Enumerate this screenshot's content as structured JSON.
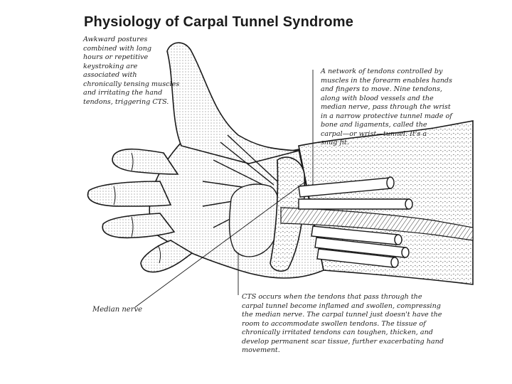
{
  "title": "Physiology of Carpal Tunnel Syndrome",
  "notes": {
    "posture": "Awkward postures\ncombined with long\nhours or repetitive\nkeystroking are\nassociated with\nchronically tensing muscles\nand irritating the hand\ntendons, triggering CTS.",
    "network": "A network of tendons controlled by\nmuscles in the forearm enables hands\nand fingers to move. Nine tendons,\nalong with blood vessels and the\nmedian nerve, pass through the wrist\nin a narrow protective tunnel made of\nbone and ligaments, called the\ncarpal—or wrist—tunnel. It's a\nsnug fit.",
    "cts": "CTS occurs when the tendons that pass through the\ncarpal tunnel become inflamed and swollen, compressing\nthe median nerve. The carpal tunnel just doesn't have the\nroom to accommodate swollen tendons. The tissue of\nchronically irritated tendons can toughen, thicken, and\ndevelop permanent scar tissue, further exacerbating hand\nmovement."
  },
  "labels": {
    "median_nerve": "Median nerve"
  },
  "colors": {
    "ink": "#1a1a1a",
    "background": "#ffffff"
  }
}
